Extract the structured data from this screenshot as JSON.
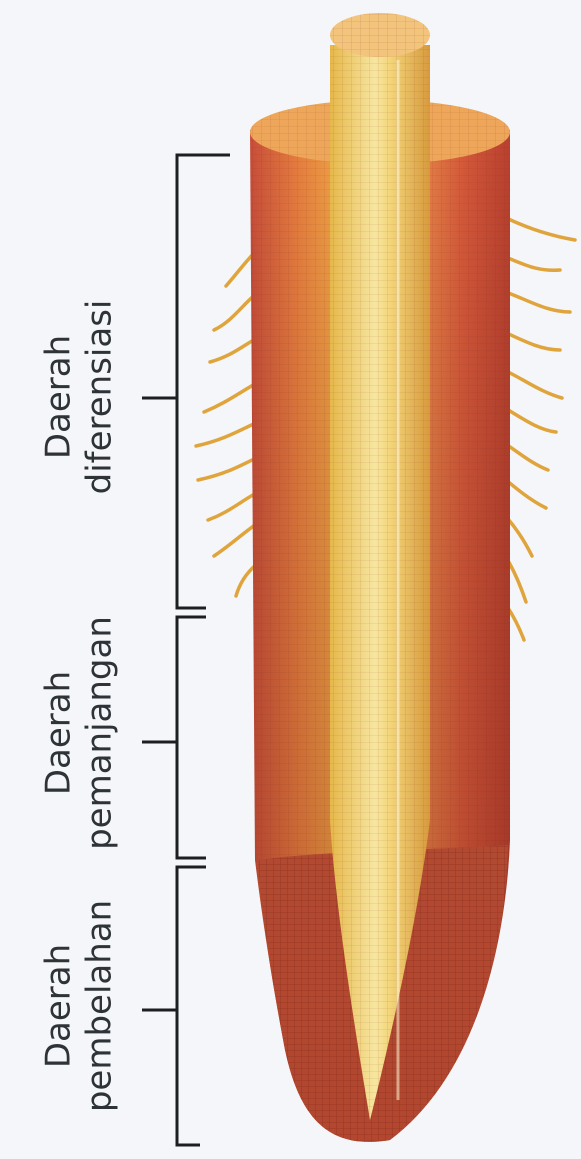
{
  "zones": [
    {
      "line1": "Daerah",
      "line2": "diferensiasi"
    },
    {
      "line1": "Daerah",
      "line2": "pemanjangan"
    },
    {
      "line1": "Daerah",
      "line2": "pembelahan"
    }
  ],
  "colors": {
    "background": "#f4f6f9",
    "text": "#2e3338",
    "bracket": "#1c1f22",
    "cortex_dark": "#c84a30",
    "cortex_light": "#e98540",
    "vascular_core": "#f3d36a",
    "root_hair": "#e0a43c"
  }
}
